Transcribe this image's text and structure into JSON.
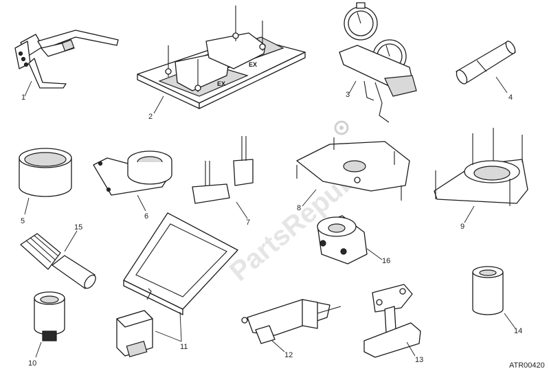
{
  "diagram": {
    "reference_code": "ATR00420",
    "watermark": "PartsRepublik",
    "embossed_marks": [
      "EX",
      "EX"
    ],
    "callouts": [
      {
        "id": "1",
        "label": "1"
      },
      {
        "id": "2",
        "label": "2"
      },
      {
        "id": "3",
        "label": "3"
      },
      {
        "id": "4",
        "label": "4"
      },
      {
        "id": "5",
        "label": "5"
      },
      {
        "id": "6",
        "label": "6"
      },
      {
        "id": "7",
        "label": "7"
      },
      {
        "id": "8",
        "label": "8"
      },
      {
        "id": "9",
        "label": "9"
      },
      {
        "id": "10",
        "label": "10"
      },
      {
        "id": "11",
        "label": "11"
      },
      {
        "id": "12",
        "label": "12"
      },
      {
        "id": "13",
        "label": "13"
      },
      {
        "id": "14",
        "label": "14"
      },
      {
        "id": "15",
        "label": "15"
      },
      {
        "id": "16",
        "label": "16"
      }
    ]
  }
}
